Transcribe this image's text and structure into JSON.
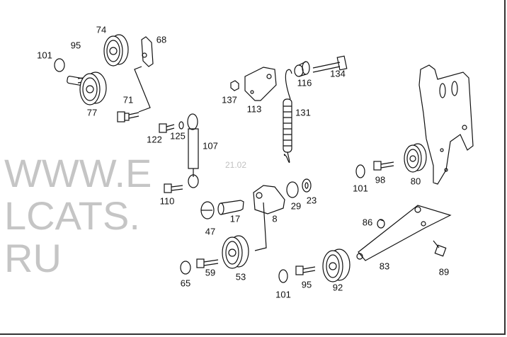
{
  "diagram": {
    "watermark": "WWW.ELCATS.RU",
    "diagram_code": "21.02",
    "part_labels": [
      {
        "id": "74",
        "name": "pulley-74"
      },
      {
        "id": "95",
        "name": "bolt-95-top"
      },
      {
        "id": "101",
        "name": "cap-101-top"
      },
      {
        "id": "68",
        "name": "bracket-68"
      },
      {
        "id": "71",
        "name": "bolt-71"
      },
      {
        "id": "77",
        "name": "pulley-77"
      },
      {
        "id": "137",
        "name": "nut-137"
      },
      {
        "id": "113",
        "name": "bracket-113"
      },
      {
        "id": "131",
        "name": "spring-131"
      },
      {
        "id": "116",
        "name": "bushing-116"
      },
      {
        "id": "134",
        "name": "bolt-134"
      },
      {
        "id": "122",
        "name": "bolt-122"
      },
      {
        "id": "125",
        "name": "washer-125"
      },
      {
        "id": "107",
        "name": "damper-107"
      },
      {
        "id": "110",
        "name": "bolt-110"
      },
      {
        "id": "17",
        "name": "pin-17"
      },
      {
        "id": "8",
        "name": "tensioner-8"
      },
      {
        "id": "29",
        "name": "ring-29"
      },
      {
        "id": "23",
        "name": "seal-23"
      },
      {
        "id": "47",
        "name": "cap-47"
      },
      {
        "id": "101",
        "name": "cap-101-right"
      },
      {
        "id": "98",
        "name": "bolt-98"
      },
      {
        "id": "80",
        "name": "pulley-80"
      },
      {
        "id": "86",
        "name": "bushing-86"
      },
      {
        "id": "83",
        "name": "arm-83"
      },
      {
        "id": "89",
        "name": "bolt-89"
      },
      {
        "id": "65",
        "name": "cap-65"
      },
      {
        "id": "59",
        "name": "bolt-59"
      },
      {
        "id": "53",
        "name": "pulley-53"
      },
      {
        "id": "101",
        "name": "cap-101-bottom"
      },
      {
        "id": "95",
        "name": "bolt-95-bottom"
      },
      {
        "id": "92",
        "name": "pulley-92"
      }
    ]
  }
}
